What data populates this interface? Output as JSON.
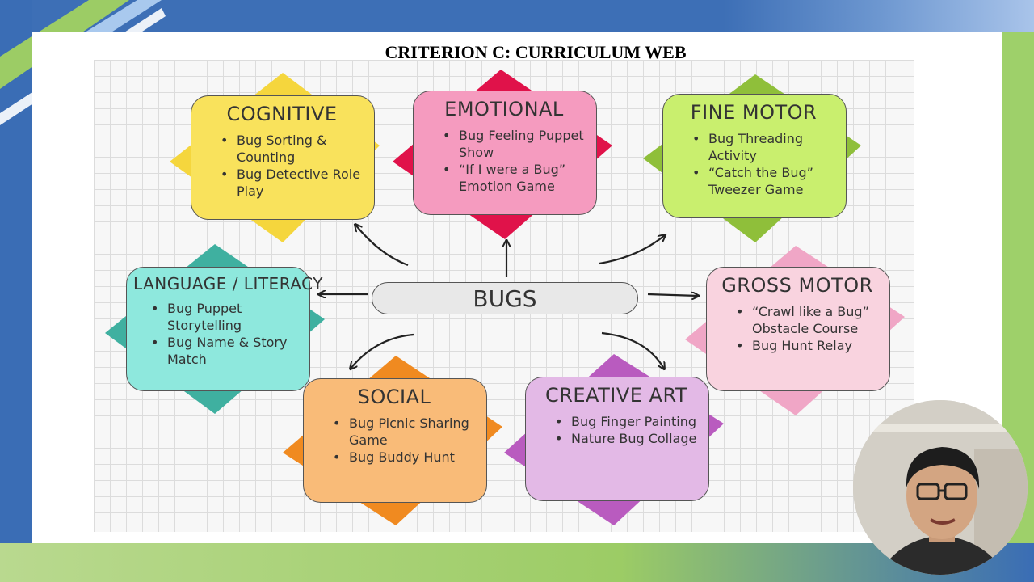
{
  "slide": {
    "title": "CRITERION C: CURRICULUM WEB",
    "center_topic": "BUGS"
  },
  "domains": [
    {
      "id": "cognitive",
      "title": "COGNITIVE",
      "items": [
        "Bug Sorting & Counting",
        "Bug Detective Role Play"
      ],
      "color": "#f9e25c",
      "accent": "#f5d63d"
    },
    {
      "id": "emotional",
      "title": "EMOTIONAL",
      "items": [
        "Bug Feeling Puppet Show",
        "“If I were a Bug” Emotion Game"
      ],
      "color": "#f59bbf",
      "accent": "#e0124a"
    },
    {
      "id": "fine-motor",
      "title": "FINE MOTOR",
      "items": [
        "Bug Threading Activity",
        "“Catch the Bug” Tweezer Game"
      ],
      "color": "#c9ef6e",
      "accent": "#8fbf3a"
    },
    {
      "id": "language-literacy",
      "title": "LANGUAGE / LITERACY",
      "items": [
        "Bug Puppet Storytelling",
        "Bug Name & Story Match"
      ],
      "color": "#8ee8dd",
      "accent": "#3fb0a0"
    },
    {
      "id": "gross-motor",
      "title": "GROSS MOTOR",
      "items": [
        "“Crawl like a Bug” Obstacle Course",
        "Bug Hunt Relay"
      ],
      "color": "#f9d3df",
      "accent": "#f0a6c6"
    },
    {
      "id": "social",
      "title": "SOCIAL",
      "items": [
        "Bug Picnic Sharing Game",
        "Bug Buddy Hunt"
      ],
      "color": "#f9bb78",
      "accent": "#f08a20"
    },
    {
      "id": "creative-art",
      "title": "CREATIVE ART",
      "items": [
        "Bug Finger Painting",
        "Nature Bug Collage"
      ],
      "color": "#e3b9e6",
      "accent": "#b95bbf"
    }
  ]
}
